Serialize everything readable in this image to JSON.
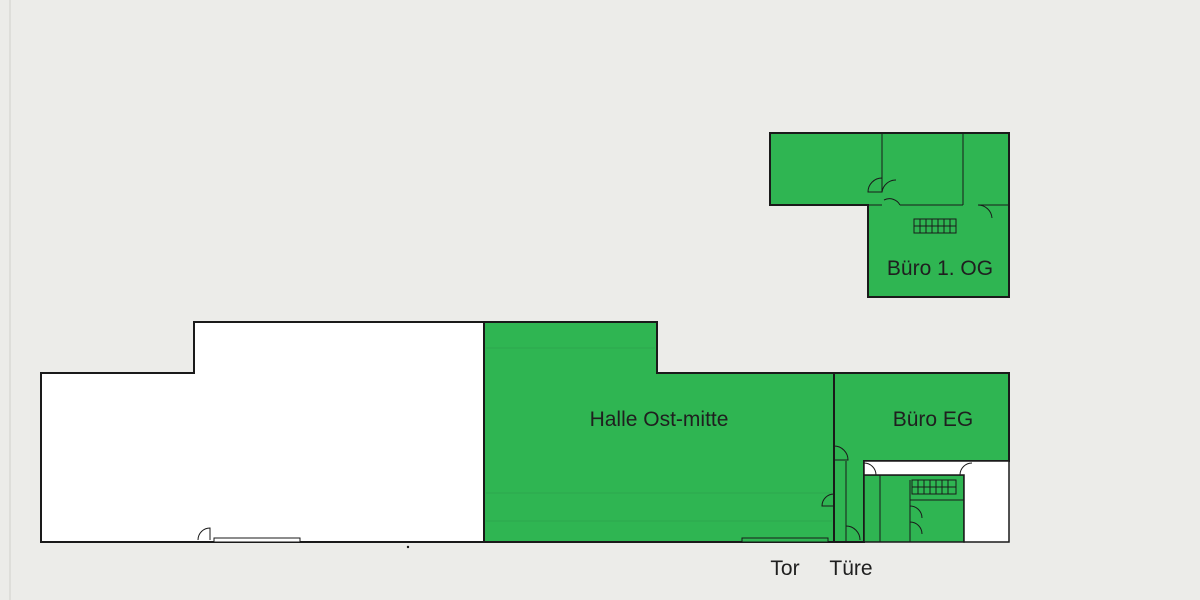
{
  "labels": {
    "buero_og": "Büro 1. OG",
    "halle_ost_mitte": "Halle Ost-mitte",
    "buero_eg": "Büro EG",
    "tor": "Tor",
    "tuere": "Türe"
  },
  "colors": {
    "background": "#ecece9",
    "rented_area": "#2fb552",
    "white_area": "#ffffff",
    "walls": "#1a1a1a"
  }
}
